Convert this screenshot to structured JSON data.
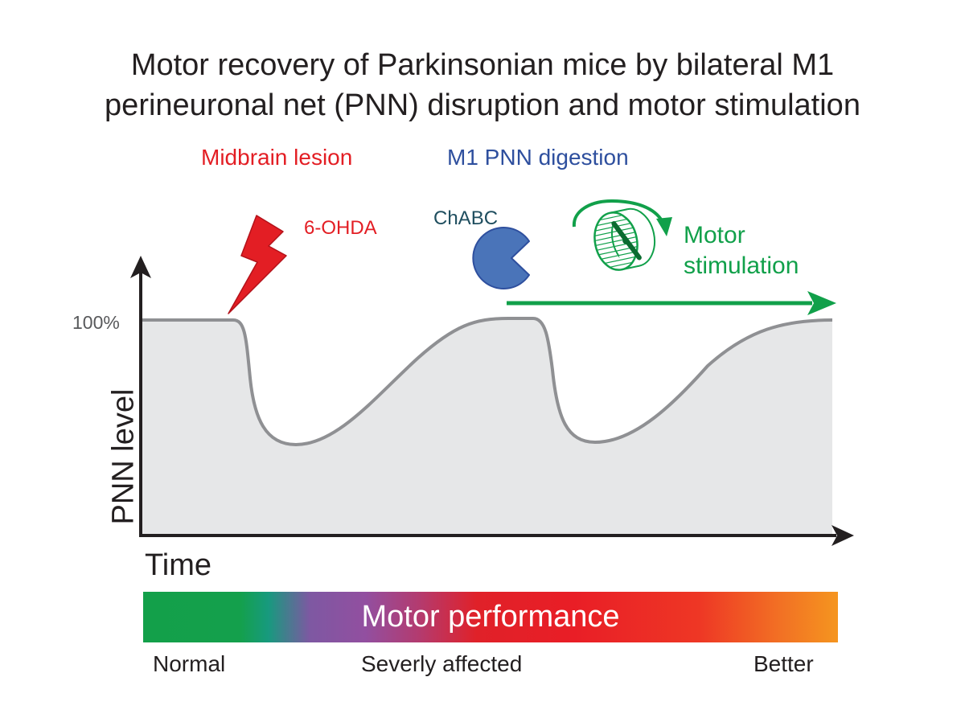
{
  "title_line1": "Motor recovery of Parkinsonian mice by bilateral M1",
  "title_line2": "perineuronal net (PNN) disruption and motor stimulation",
  "events": {
    "lesion_heading": "Midbrain lesion",
    "lesion_agent": "6-OHDA",
    "digestion_heading": "M1 PNN digestion",
    "digestion_agent": "ChABC",
    "stimulation_line1": "Motor",
    "stimulation_line2": "stimulation"
  },
  "axes": {
    "y_label": "PNN level",
    "x_label": "Time",
    "y_tick": "100%"
  },
  "performance": {
    "label": "Motor performance",
    "scale_left": "Normal",
    "scale_middle": "Severly affected",
    "scale_right": "Better"
  },
  "colors": {
    "lesion_red": "#e31e24",
    "digestion_blue": "#2e4f9e",
    "chabc_teal": "#1f4e5f",
    "stimulation_green": "#11a04a",
    "curve_gray": "#8f9093",
    "area_fill": "#e6e7e8",
    "pacman_blue": "#4a74b9"
  },
  "icons": [
    "lightning-bolt-icon",
    "pacman-enzyme-icon",
    "running-wheel-icon",
    "curved-arrow-icon"
  ]
}
